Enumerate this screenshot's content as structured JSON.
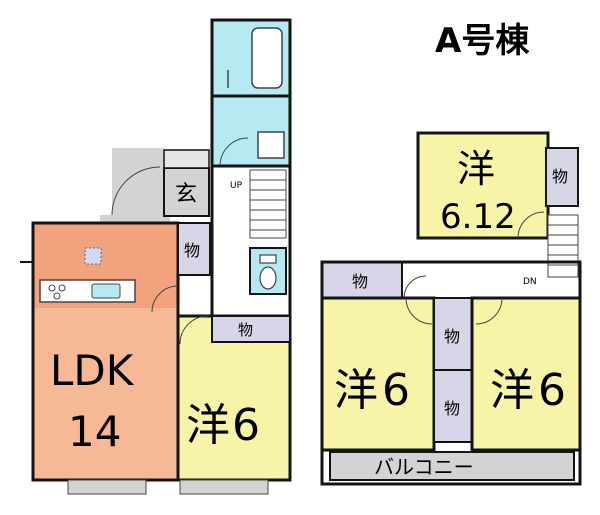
{
  "title": "A号棟",
  "colors": {
    "ldk": "#f2a27c",
    "room": "#f7f4a8",
    "wet": "#b5eaf2",
    "storage": "#d6d6e8",
    "gray": "#d3d3d3",
    "wall": "#141414",
    "white": "#ffffff"
  },
  "floor1": {
    "ldk": {
      "name": "LDK",
      "size": "14"
    },
    "western_room": {
      "name": "洋",
      "size": "6"
    },
    "entrance": "玄",
    "storage_ldk": "物",
    "storage_room": "物",
    "stairs_label": "UP"
  },
  "floor2": {
    "room_top": {
      "name": "洋",
      "size": "6.12"
    },
    "room_left": {
      "name": "洋",
      "size": "6"
    },
    "room_right": {
      "name": "洋",
      "size": "6"
    },
    "storage_top": "物",
    "storage_hall": "物",
    "storage_mid_top": "物",
    "storage_mid_bottom": "物",
    "balcony": "バルコニー",
    "stairs_label": "DN"
  }
}
